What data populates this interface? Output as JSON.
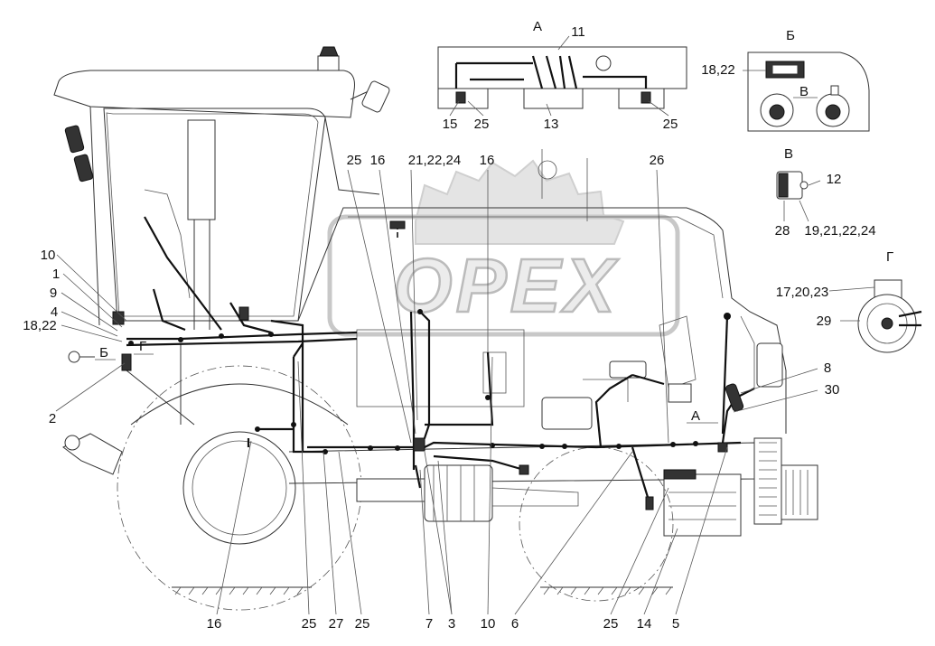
{
  "watermark": {
    "text": "OPEX"
  },
  "views": {
    "view_a": {
      "title": "А",
      "labels": [
        "11",
        "15",
        "25",
        "13",
        "25"
      ]
    },
    "view_b": {
      "title": "Б",
      "labels": [
        "18,22",
        "В"
      ]
    },
    "view_v": {
      "title": "В",
      "labels": [
        "12",
        "28",
        "19,21,22,24"
      ]
    },
    "view_g": {
      "title": "Г",
      "labels": [
        "17,20,23",
        "29"
      ]
    }
  },
  "callouts": {
    "left": [
      "10",
      "1",
      "9",
      "4",
      "18,22",
      "Б",
      "Г",
      "2"
    ],
    "top": [
      "25",
      "16",
      "21,22,24",
      "16",
      "26"
    ],
    "right": [
      "8",
      "30",
      "А"
    ],
    "bottom": [
      "16",
      "25",
      "27",
      "25",
      "7",
      "3",
      "10",
      "6",
      "25",
      "14",
      "5"
    ]
  }
}
